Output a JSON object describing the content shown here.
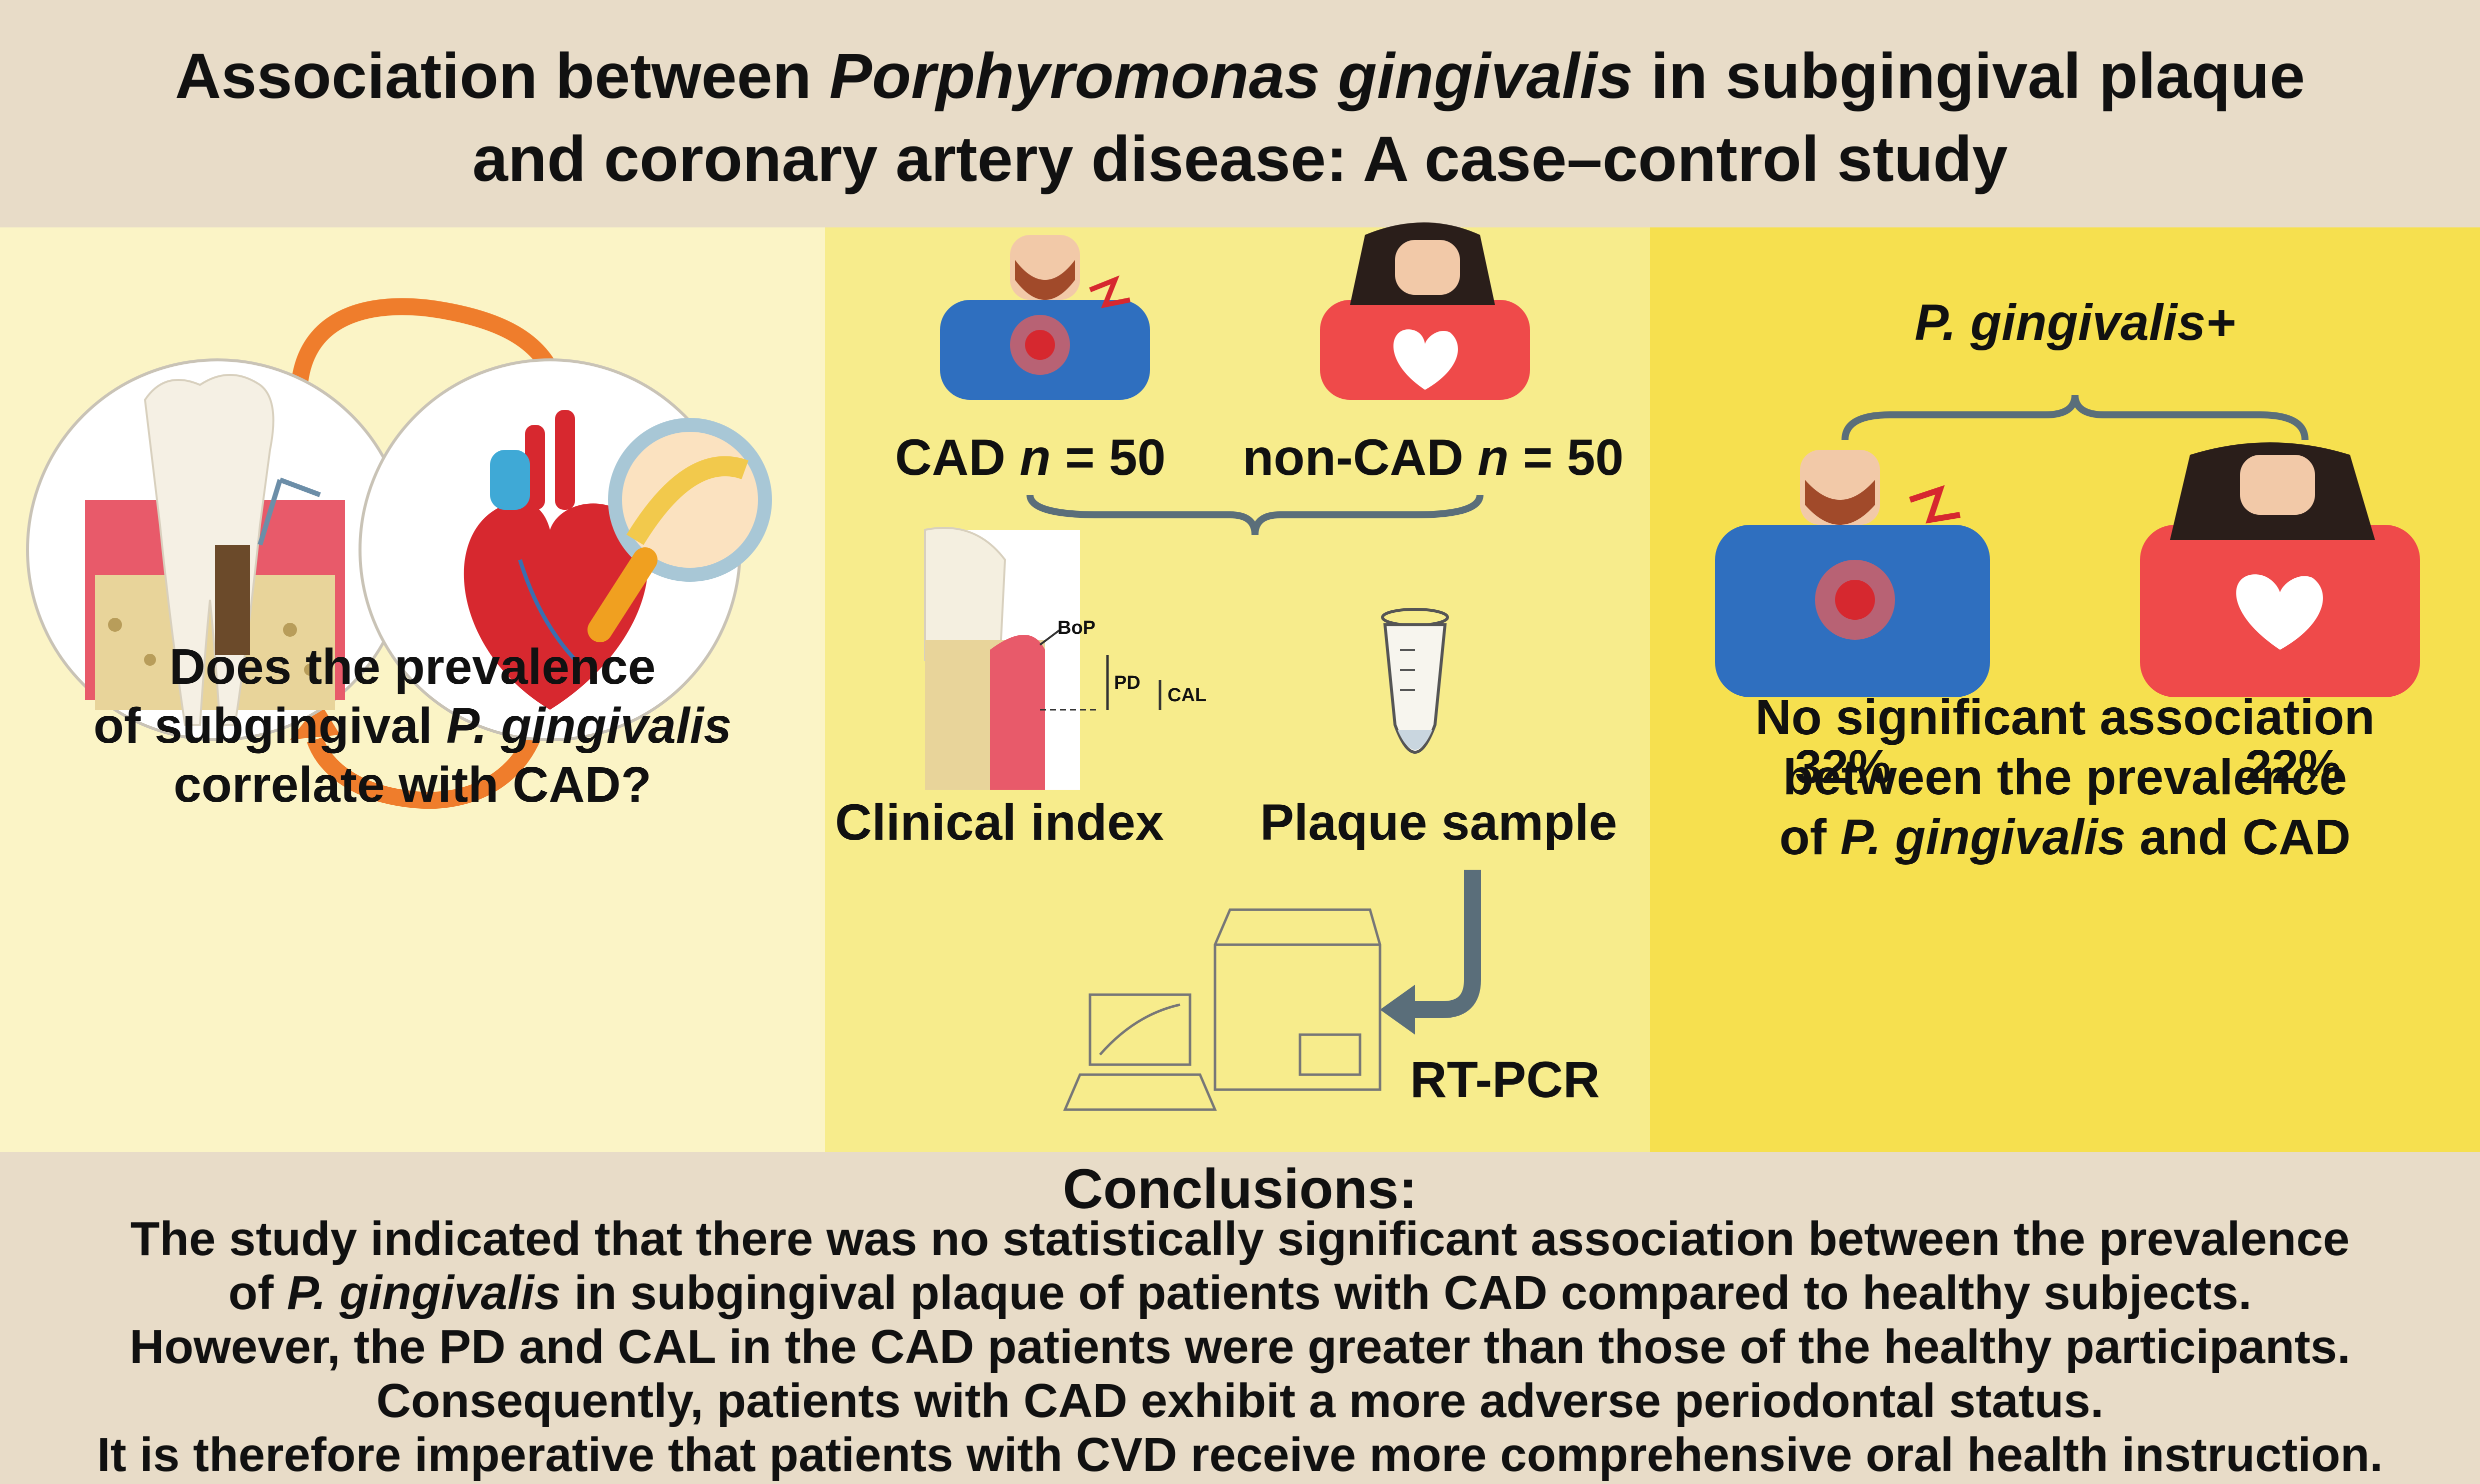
{
  "header": {
    "title_a": "Association between ",
    "title_species": "Porphyromonas gingivalis",
    "title_b": " in subgingival plaque",
    "title_line2": "and coronary artery disease: A case–control study"
  },
  "left_panel": {
    "q_line1": "Does the prevalence",
    "q_line2a": "of subgingival ",
    "q_line2b": "P. gingivalis",
    "q_line3": "correlate with CAD?"
  },
  "middle_panel": {
    "cad_label": "CAD ",
    "cad_n_symbol": "n",
    "cad_n_value": " = 50",
    "noncad_label": "non-CAD ",
    "noncad_n_symbol": "n",
    "noncad_n_value": " = 50",
    "bop": "BoP",
    "pd": "PD",
    "cal": "CAL",
    "clinical_index": "Clinical index",
    "plaque_sample": "Plaque sample",
    "rtpcr": "RT-PCR"
  },
  "right_panel": {
    "pg_plus": "P. gingivalis+",
    "cad_pct": "32%",
    "noncad_pct": "22%",
    "res_line1": "No significant association",
    "res_line2": "between the prevalence",
    "res_line3a": "of ",
    "res_line3b": "P. gingivalis",
    "res_line3c": " and CAD"
  },
  "conclusions": {
    "heading": "Conclusions:",
    "l1": "The study indicated that there was no statistically significant association between the prevalence",
    "l2a": "of ",
    "l2b": "P. gingivalis",
    "l2c": " in subgingival plaque of patients with CAD compared to healthy subjects.",
    "l3": "However, the PD and CAL in the CAD patients were greater than those of the healthy participants.",
    "l4": "Consequently, patients with CAD exhibit a more adverse periodontal status.",
    "l5": "It is therefore imperative that patients with CVD receive more comprehensive oral health instruction."
  },
  "colors": {
    "title_band": "#e8dcc8",
    "panel_left": "#fbf4c6",
    "panel_middle": "#f7ec8c",
    "panel_right": "#f6e04f",
    "shirt_blue": "#2f6fbf",
    "shirt_red": "#ef4a4a",
    "arrow_orange": "#ef7d2c",
    "brace_gray": "#5a6e7a"
  }
}
